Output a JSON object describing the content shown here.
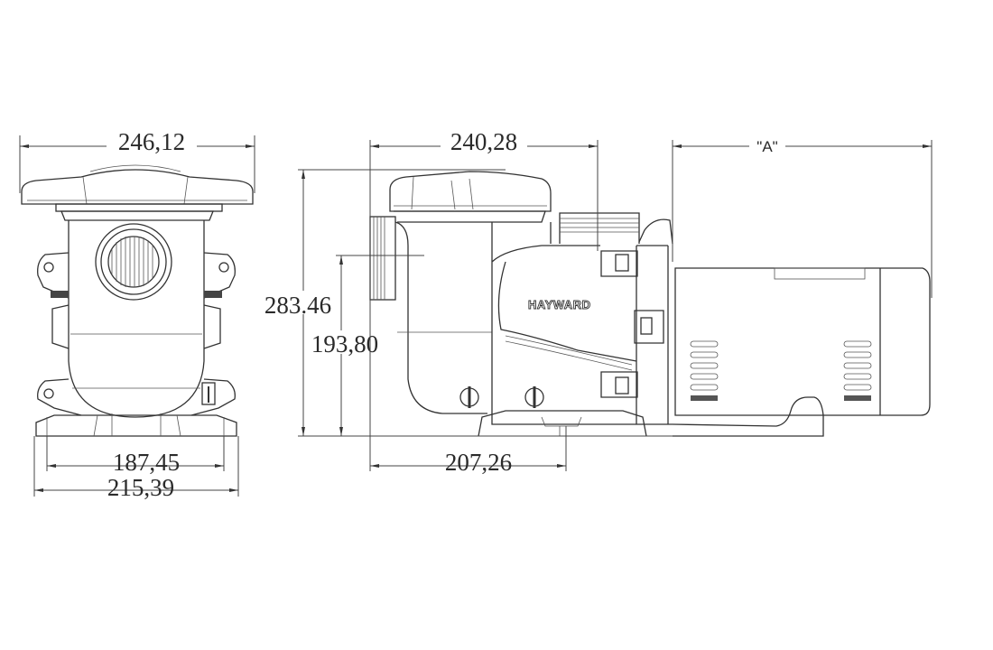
{
  "drawing": {
    "brand_logo": "HAYWARD",
    "front_view": {
      "overall_width": "246,12",
      "base_inner_width": "187,45",
      "base_outer_width": "215,39"
    },
    "side_view": {
      "overall_height": "283.46",
      "inlet_height": "193,80",
      "pump_length": "240,28",
      "base_length": "207,26",
      "motor_length": "\"A\""
    },
    "line_color": "#333333",
    "background_color": "#ffffff"
  }
}
